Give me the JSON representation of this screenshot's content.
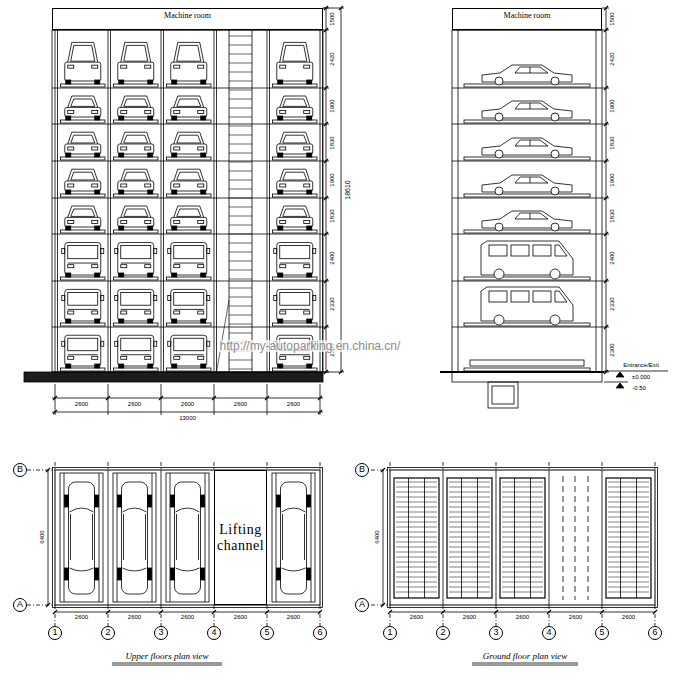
{
  "diagram": {
    "nodes": [
      {
        "text": [
          "Machine room"
        ]
      },
      {
        "text": [
          "Machine room"
        ]
      },
      {
        "text": [
          "Lifting channel"
        ]
      },
      {
        "text": [
          "B"
        ]
      },
      {
        "text": [
          "A"
        ]
      },
      {
        "text": [
          "1"
        ]
      },
      {
        "text": [
          "2"
        ]
      },
      {
        "text": [
          "3"
        ]
      },
      {
        "text": [
          "4"
        ]
      },
      {
        "text": [
          "5"
        ]
      },
      {
        "text": [
          "6"
        ]
      },
      {
        "text": [
          "B"
        ]
      },
      {
        "text": [
          "A"
        ]
      },
      {
        "text": [
          "1"
        ]
      },
      {
        "text": [
          "2"
        ]
      },
      {
        "text": [
          "3"
        ]
      },
      {
        "text": [
          "4"
        ]
      },
      {
        "text": [
          "5"
        ]
      },
      {
        "text": [
          "6"
        ]
      }
    ],
    "labels": [
      "1500",
      "2420",
      "1900",
      "1830",
      "1900",
      "1830",
      "2400",
      "2330",
      "2300",
      "18610",
      "2600",
      "2600",
      "2600",
      "2600",
      "2600",
      "13000",
      "http://my-autoparking.en.china.cn/",
      "1500",
      "2420",
      "1900",
      "1830",
      "1900",
      "1830",
      "2400",
      "2330",
      "2300",
      "Entrance/Exit",
      "±0.000",
      "-0.50",
      "2600",
      "2600",
      "2600",
      "2600",
      "2600",
      "6400",
      "Upper floors plan view",
      "2600",
      "2600",
      "2600",
      "2600",
      "2600",
      "6400",
      "Ground floor plan view"
    ]
  }
}
